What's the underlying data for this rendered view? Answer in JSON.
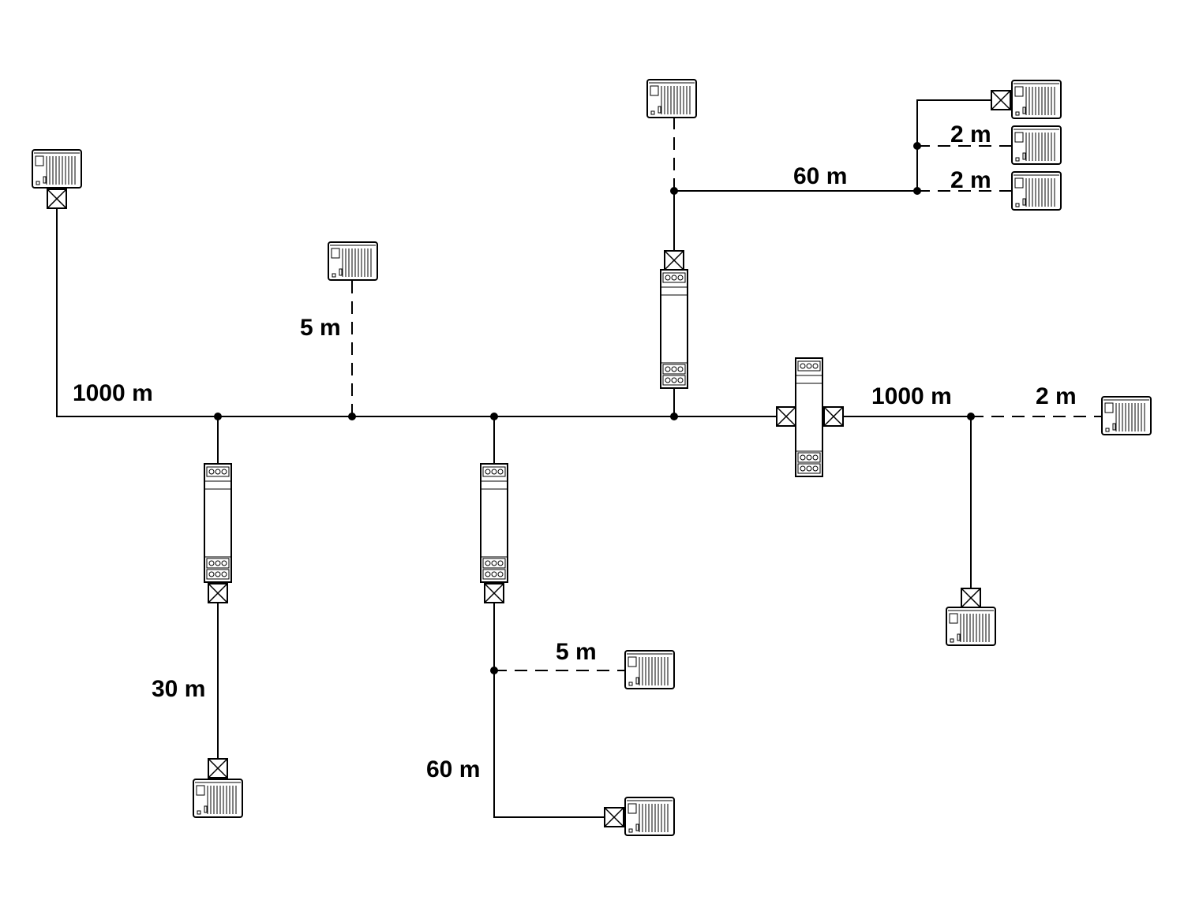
{
  "labels": {
    "trunk_left": "1000 m",
    "trunk_right": "1000 m",
    "drop_5m_top": "5 m",
    "drop_5m_bottom": "5 m",
    "branch_30m": "30 m",
    "branch_60m_bottom": "60 m",
    "branch_60m_top": "60 m",
    "drop_2m_a": "2 m",
    "drop_2m_b": "2 m",
    "drop_2m_right": "2 m"
  },
  "colors": {
    "line": "#000000",
    "device_fill": "#ffffff",
    "background": "#ffffff"
  }
}
